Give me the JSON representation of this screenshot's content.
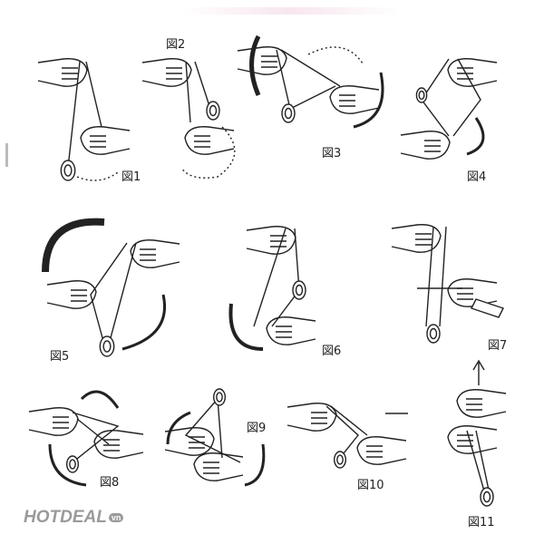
{
  "figures": [
    "図1",
    "図2",
    "図3",
    "図4",
    "図5",
    "図6",
    "図7",
    "図8",
    "図9",
    "図10",
    "図11"
  ],
  "watermark": {
    "brand": "HOTDEAL",
    "suffix": "vn"
  }
}
